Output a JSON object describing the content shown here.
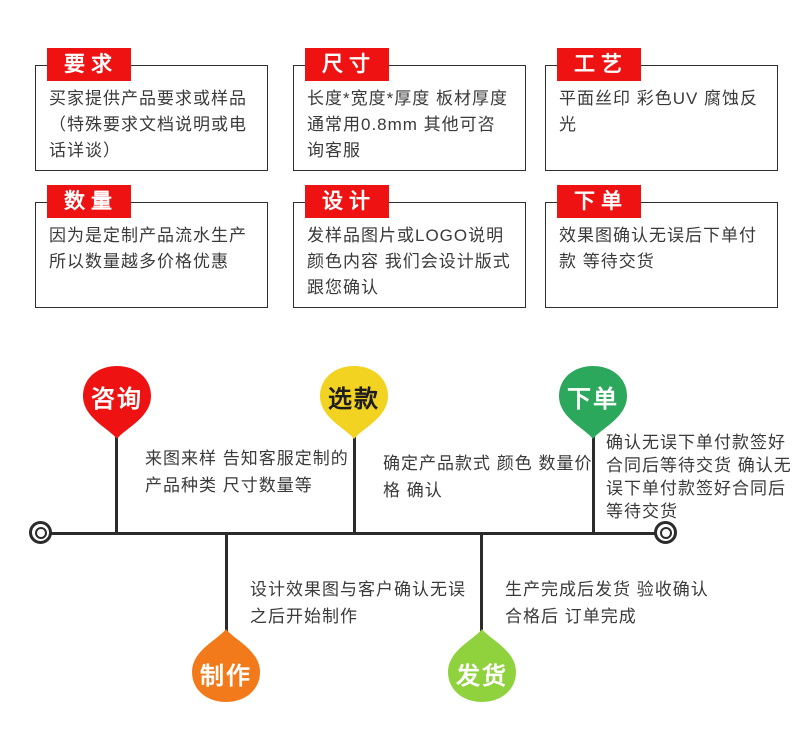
{
  "colors": {
    "red": "#ee1212",
    "yellow": "#f2d321",
    "green": "#2ba85c",
    "orange": "#f37a1b",
    "light_green": "#8fd23e",
    "line": "#2b2b2b",
    "body_text": "#3a3a3a"
  },
  "boxes": [
    {
      "label": "要求",
      "text": "买家提供产品要求或样品（特殊要求文档说明或电话详谈）"
    },
    {
      "label": "尺寸",
      "text": "长度*宽度*厚度 板材厚度通常用0.8mm 其他可咨询客服"
    },
    {
      "label": "工艺",
      "text": "平面丝印 彩色UV 腐蚀反光"
    },
    {
      "label": "数量",
      "text": "因为是定制产品流水生产所以数量越多价格优惠"
    },
    {
      "label": "设计",
      "text": "发样品图片或LOGO说明颜色内容 我们会设计版式跟您确认"
    },
    {
      "label": "下单",
      "text": "效果图确认无误后下单付款 等待交货"
    }
  ],
  "timeline": {
    "top_steps": [
      {
        "label": "咨询",
        "color": "#ee1212",
        "note": "来图来样 告知客服定制的产品种类 尺寸数量等"
      },
      {
        "label": "选款",
        "color": "#f2d321",
        "note": "确定产品款式 颜色 数量价格 确认"
      },
      {
        "label": "下单",
        "color": "#2ba85c",
        "note": "确认无误下单付款签好合同后等待交货 确认无误下单付款签好合同后等待交货"
      }
    ],
    "bottom_steps": [
      {
        "label": "制作",
        "color": "#f37a1b",
        "note": "设计效果图与客户确认无误之后开始制作"
      },
      {
        "label": "发货",
        "color": "#8fd23e",
        "note": "生产完成后发货 验收确认合格后 订单完成"
      }
    ]
  }
}
